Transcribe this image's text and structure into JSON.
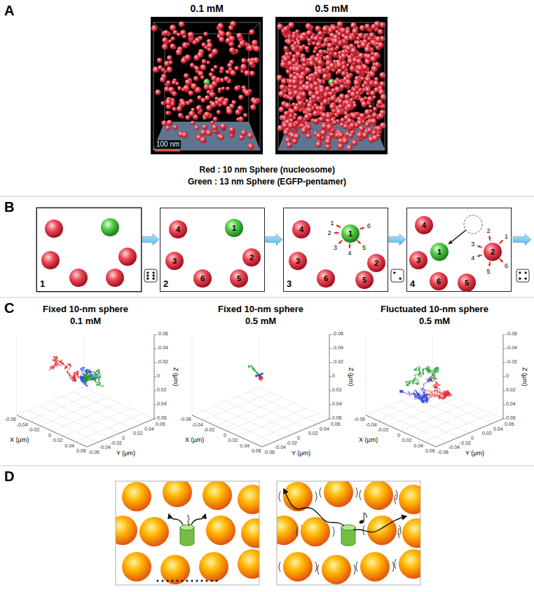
{
  "diagram": {
    "nodes": [
      {
        "text": [
          "0.1 mM",
          "100 nm"
        ]
      },
      {
        "text": [
          "0.5 mM"
        ]
      },
      {
        "text": [
          "1"
        ]
      },
      {
        "text": [
          "2"
        ]
      },
      {
        "text": [
          "4"
        ],
        "in": 3
      },
      {
        "text": [
          "1"
        ],
        "in": 3
      },
      {
        "text": [
          "3"
        ],
        "in": 3
      },
      {
        "text": [
          "2"
        ],
        "in": 3
      },
      {
        "text": [
          "6"
        ],
        "in": 3
      },
      {
        "text": [
          "5"
        ],
        "in": 3
      },
      {
        "text": [
          "3"
        ]
      },
      {
        "text": [
          "4"
        ],
        "in": 10
      },
      {
        "text": [
          "1"
        ],
        "in": 10
      },
      {
        "text": [
          "3"
        ],
        "in": 10
      },
      {
        "text": [
          "2"
        ],
        "in": 10
      },
      {
        "text": [
          "6"
        ],
        "in": 10
      },
      {
        "text": [
          "5"
        ],
        "in": 10
      },
      {
        "text": [
          "4"
        ]
      },
      {
        "text": [
          "4"
        ],
        "in": 17
      },
      {
        "text": [
          "3"
        ],
        "in": 17
      },
      {
        "text": [
          "1"
        ],
        "in": 17
      },
      {
        "text": [
          "2"
        ],
        "in": 17
      },
      {
        "text": [
          "6"
        ],
        "in": 17
      },
      {
        "text": [
          "5"
        ],
        "in": 17
      }
    ],
    "edges": [
      {
        "from": 2,
        "to": 3,
        "arrow": "to"
      },
      {
        "from": 3,
        "to": 10,
        "arrow": "to"
      },
      {
        "from": 10,
        "to": 17,
        "arrow": "to"
      }
    ],
    "labels": [
      "A",
      "Red : 10 nm Sphere (nucleosome)",
      "Green : 13 nm Sphere (EGFP-pentamer)",
      "B",
      "1",
      "2",
      "3",
      "4",
      "5",
      "6",
      "1",
      "2",
      "3",
      "4",
      "5",
      "6",
      "C",
      "Fixed 10-nm sphere",
      "0.1 mM",
      "X (μm)",
      "Y (μm)",
      "Z (μm)",
      "-0.06",
      "-0.04",
      "-0.02",
      "0",
      "0.02",
      "0.04",
      "0.06",
      "-0.06",
      "-0.04",
      "-0.02",
      "0",
      "0.02",
      "0.04",
      "0.06",
      "-0.06",
      "-0.04",
      "-0.02",
      "0",
      "0.02",
      "0.04",
      "0.06",
      "Fixed 10-nm sphere",
      "0.5 mM",
      "X (μm)",
      "Y (μm)",
      "Z (μm)",
      "-0.06",
      "-0.04",
      "-0.02",
      "0",
      "0.02",
      "0.04",
      "0.06",
      "-0.06",
      "-0.04",
      "-0.02",
      "0",
      "0.02",
      "0.04",
      "0.06",
      "-0.06",
      "-0.04",
      "-0.02",
      "0",
      "0.02",
      "0.04",
      "0.06",
      "Fluctuated 10-nm sphere",
      "0.5 mM",
      "X (μm)",
      "Y (μm)",
      "Z (μm)",
      "-0.06",
      "-0.04",
      "-0.02",
      "0",
      "0.02",
      "0.04",
      "0.06",
      "-0.06",
      "-0.04",
      "-0.02",
      "0",
      "0.02",
      "0.04",
      "0.06",
      "-0.06",
      "-0.04",
      "-0.02",
      "0",
      "0.02",
      "0.04",
      "0.06",
      "D"
    ]
  }
}
